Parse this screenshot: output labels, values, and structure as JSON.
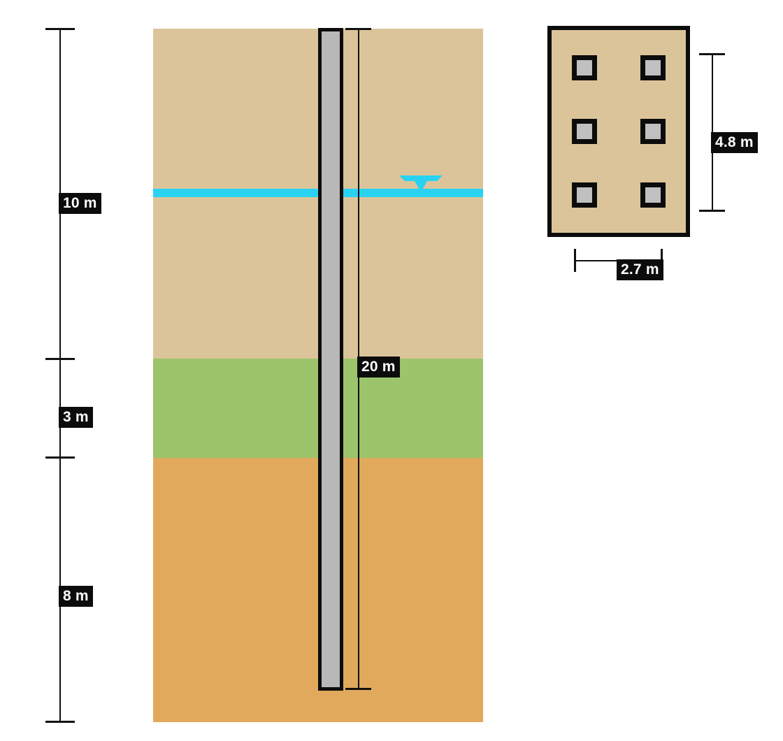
{
  "figure": {
    "title": "Pile foundation section and plan",
    "type": "engineering-diagram"
  },
  "section": {
    "name": "soil-profile-section",
    "ground_surface_label": "",
    "layers": [
      {
        "id": "layer-1",
        "name": "upper-soil-layer",
        "color": "#dcc49a",
        "thickness_label": "10 m",
        "thickness_m": 10
      },
      {
        "id": "layer-2",
        "name": "middle-soil-layer",
        "color": "#9bc46b",
        "thickness_label": "3 m",
        "thickness_m": 3
      },
      {
        "id": "layer-3",
        "name": "lower-soil-layer",
        "color": "#e0a95c",
        "thickness_label": "8 m",
        "thickness_m": 8
      }
    ],
    "pile": {
      "name": "pile-shaft",
      "length_label": "20 m",
      "length_m": 20,
      "fill_color": "#b8b8b8",
      "outline_color": "#0c0c0c"
    },
    "water_table": {
      "name": "water-table",
      "color": "#2ad2f2",
      "depth_label": ""
    }
  },
  "scale": {
    "name": "depth-scale",
    "segments": [
      {
        "label": "10 m"
      },
      {
        "label": "3 m"
      },
      {
        "label": "8 m"
      }
    ]
  },
  "plan": {
    "name": "pile-cap-plan",
    "cap_color": "#dcc49a",
    "cap_outline": "#0c0c0c",
    "pile_fill": "#c0c0c0",
    "pile_outline": "#0c0c0c",
    "rows": 3,
    "columns": 2,
    "pile_count": 6,
    "width_label": "2.7 m",
    "width_m": 2.7,
    "height_label": "4.8 m",
    "height_m": 4.8
  },
  "labels": {
    "depth_10": "10 m",
    "depth_3": "3 m",
    "depth_8": "8 m",
    "pile_length": "20 m",
    "plan_height": "4.8 m",
    "plan_width": "2.7 m"
  },
  "colors": {
    "upper_soil": "#dcc49a",
    "middle_soil": "#9bc46b",
    "lower_soil": "#e0a95c",
    "pile_fill": "#b8b8b8",
    "water": "#2ad2f2",
    "outline": "#0c0c0c",
    "label_bg": "#0c0c0c",
    "label_text": "#ffffff"
  }
}
